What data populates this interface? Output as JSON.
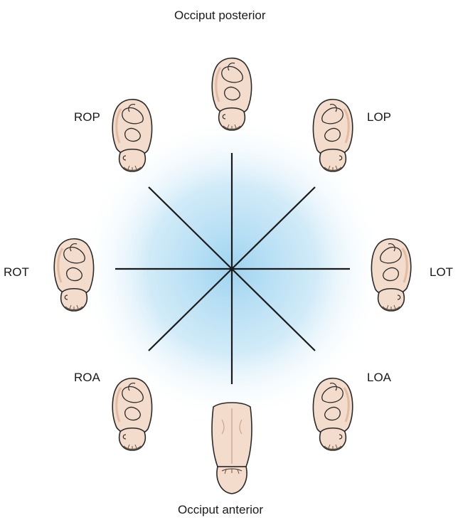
{
  "colors": {
    "glow_center": "#9fd4f0",
    "glow_edge": "#ffffff",
    "axis_line": "#1a1a1a",
    "skin": "#f3dccb",
    "skin_shade": "#e2bba3",
    "outline": "#2a2a2a"
  },
  "labels": {
    "top": "Occiput posterior",
    "bottom": "Occiput anterior",
    "rop": "ROP",
    "lop": "LOP",
    "rot": "ROT",
    "lot": "LOT",
    "roa": "ROA",
    "loa": "LOA"
  },
  "figures": [
    {
      "id": "op",
      "position": "Occiput posterior",
      "icon": "fetus-icon",
      "rotation_deg": 180
    },
    {
      "id": "lop",
      "position": "LOP",
      "icon": "fetus-icon",
      "rotation_deg": 180
    },
    {
      "id": "lot",
      "position": "LOT",
      "icon": "fetus-icon",
      "rotation_deg": 180
    },
    {
      "id": "loa",
      "position": "LOA",
      "icon": "fetus-icon",
      "rotation_deg": 180
    },
    {
      "id": "oa",
      "position": "Occiput anterior",
      "icon": "fetus-back-icon",
      "rotation_deg": 180
    },
    {
      "id": "roa",
      "position": "ROA",
      "icon": "fetus-icon",
      "rotation_deg": 180
    },
    {
      "id": "rot",
      "position": "ROT",
      "icon": "fetus-icon",
      "rotation_deg": 180
    },
    {
      "id": "rop",
      "position": "ROP",
      "icon": "fetus-icon",
      "rotation_deg": 180
    }
  ]
}
